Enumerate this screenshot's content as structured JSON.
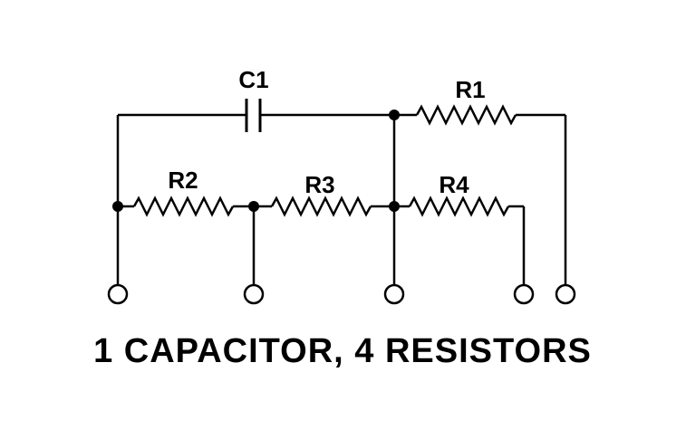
{
  "diagram": {
    "title": "1 CAPACITOR, 4 RESISTORS",
    "components": {
      "c1": {
        "label": "C1",
        "type": "capacitor"
      },
      "r1": {
        "label": "R1",
        "type": "resistor"
      },
      "r2": {
        "label": "R2",
        "type": "resistor"
      },
      "r3": {
        "label": "R3",
        "type": "resistor"
      },
      "r4": {
        "label": "R4",
        "type": "resistor"
      }
    },
    "terminal_count": 5,
    "colors": {
      "wire": "#000000",
      "background": "#ffffff",
      "text": "#000000"
    }
  }
}
